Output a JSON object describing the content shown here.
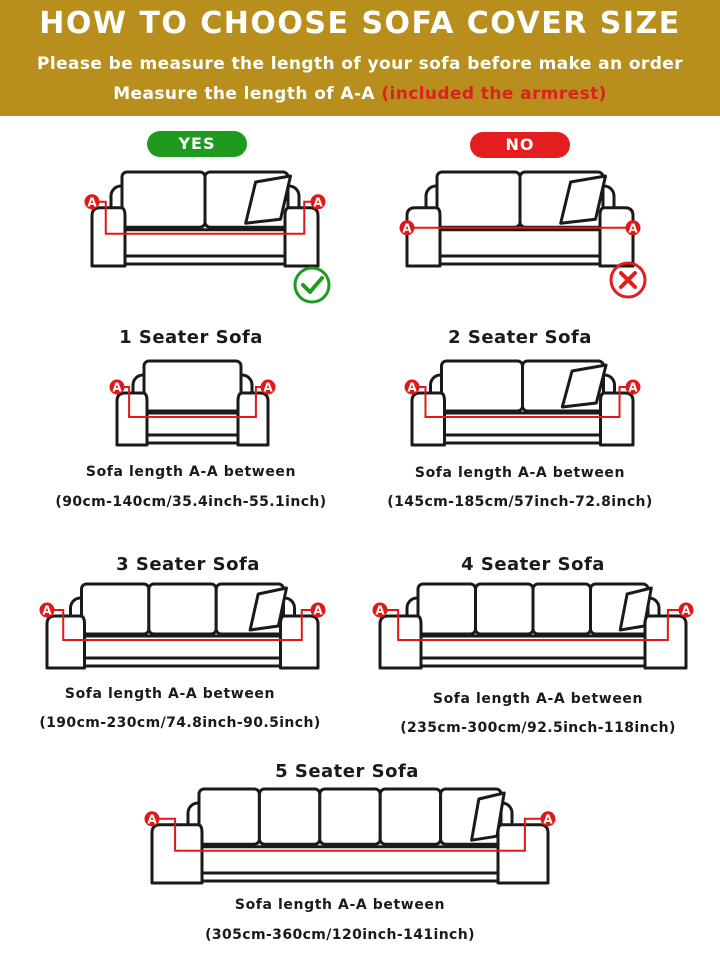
{
  "banner": {
    "title": "HOW TO CHOOSE SOFA COVER SIZE",
    "line1": "Please be measure the length of your sofa before make an order",
    "line2_prefix": "Measure the length of A-A ",
    "line2_highlight": "(included the armrest)"
  },
  "compare": {
    "yes_label": "YES",
    "no_label": "NO"
  },
  "marker_letter": "A",
  "sofas": [
    {
      "name": "1 Seater Sofa",
      "length_label": "Sofa length  A-A between",
      "range": "(90cm-140cm/35.4inch-55.1inch)"
    },
    {
      "name": "2 Seater Sofa",
      "length_label": "Sofa length  A-A between",
      "range": "(145cm-185cm/57inch-72.8inch)"
    },
    {
      "name": "3 Seater Sofa",
      "length_label": "Sofa length  A-A between",
      "range": "(190cm-230cm/74.8inch-90.5inch)"
    },
    {
      "name": "4 Seater Sofa",
      "length_label": "Sofa length  A-A between",
      "range": "(235cm-300cm/92.5inch-118inch)"
    },
    {
      "name": "5 Seater Sofa",
      "length_label": "Sofa length  A-A between",
      "range": "(305cm-360cm/120inch-141inch)"
    }
  ],
  "colors": {
    "banner": "#b88f1c",
    "yes": "#1e9a1e",
    "no": "#e41e1e",
    "measure_line": "#e01818"
  }
}
